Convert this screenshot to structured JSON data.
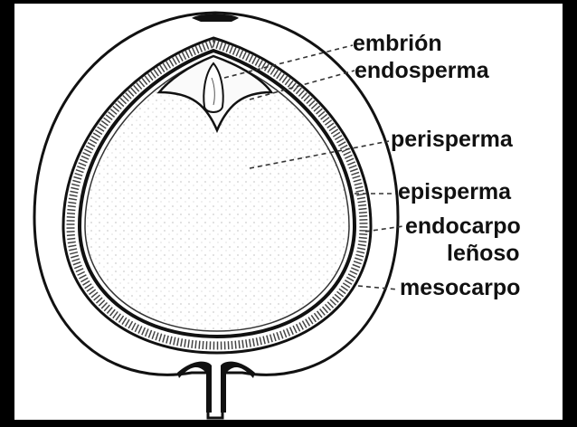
{
  "labels": {
    "embrion": "embrión",
    "endosperma": "endosperma",
    "perisperma": "perisperma",
    "episperma": "episperma",
    "endocarpo_line1": "endocarpo",
    "endocarpo_line2": "leñoso",
    "mesocarpo": "mesocarpo"
  },
  "colors": {
    "background": "#000000",
    "panel": "#ffffff",
    "ink": "#111111"
  }
}
